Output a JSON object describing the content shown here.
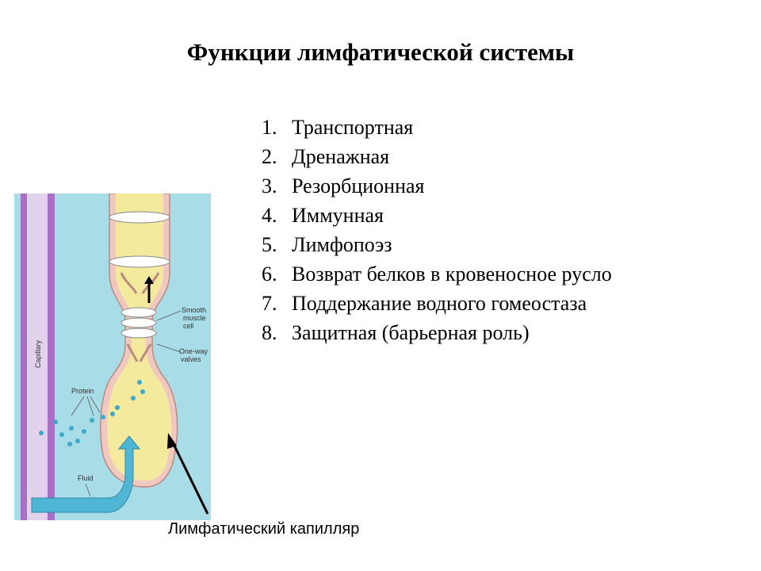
{
  "title": "Функции лимфатической системы",
  "functions": [
    {
      "number": "1.",
      "text": "Транспортная"
    },
    {
      "number": "2.",
      "text": "Дренажная"
    },
    {
      "number": "3.",
      "text": "Резорбционная"
    },
    {
      "number": "4.",
      "text": "Иммунная"
    },
    {
      "number": "5.",
      "text": "Лимфопоэз"
    },
    {
      "number": "6.",
      "text": "Возврат белков в кровеносное русло"
    },
    {
      "number": "7.",
      "text": "Поддержание водного гомеостаза"
    },
    {
      "number": "8.",
      "text": "Защитная (барьерная роль)"
    }
  ],
  "diagram": {
    "labels": {
      "capillary": "Capillary",
      "smooth_muscle_1": "Smooth",
      "smooth_muscle_2": "muscle",
      "smooth_muscle_3": "cell",
      "one_way_1": "One-way",
      "one_way_2": "valves",
      "protein": "Protein",
      "fluid": "Fluid"
    },
    "colors": {
      "interstitium": "#a8dce6",
      "capillary_wall": "#a86fc4",
      "capillary_lumen": "#e2d2ec",
      "lymph": "#f3ea9e",
      "lymph_wall": "#f0c8c0",
      "fluid_arrow": "#4fb6d6",
      "protein": "#3da9c8"
    }
  },
  "caption": "Лимфатический капилляр"
}
